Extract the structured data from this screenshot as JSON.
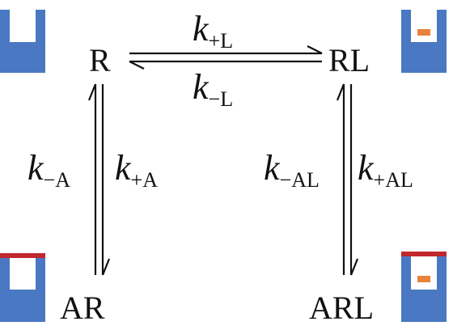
{
  "states": {
    "r": "R",
    "rl": "RL",
    "ar": "AR",
    "arl": "ARL"
  },
  "rates": {
    "k_plus_l": {
      "symbol": "k",
      "sub": "+L"
    },
    "k_minus_l": {
      "symbol": "k",
      "sub": "−L"
    },
    "k_minus_a": {
      "symbol": "k",
      "sub": "−A"
    },
    "k_plus_a": {
      "symbol": "k",
      "sub": "+A"
    },
    "k_minus_al": {
      "symbol": "k",
      "sub": "−AL"
    },
    "k_plus_al": {
      "symbol": "k",
      "sub": "+AL"
    }
  },
  "colors": {
    "receptor": "#4a78c2",
    "receptor_gap": "#ffffff",
    "ligand": "#e8823c",
    "active_bar": "#c0282e",
    "text": "#111111"
  },
  "icons": {
    "r": "receptor-icon",
    "rl": "receptor-ligand-icon",
    "ar": "active-receptor-icon",
    "arl": "active-receptor-ligand-icon"
  }
}
